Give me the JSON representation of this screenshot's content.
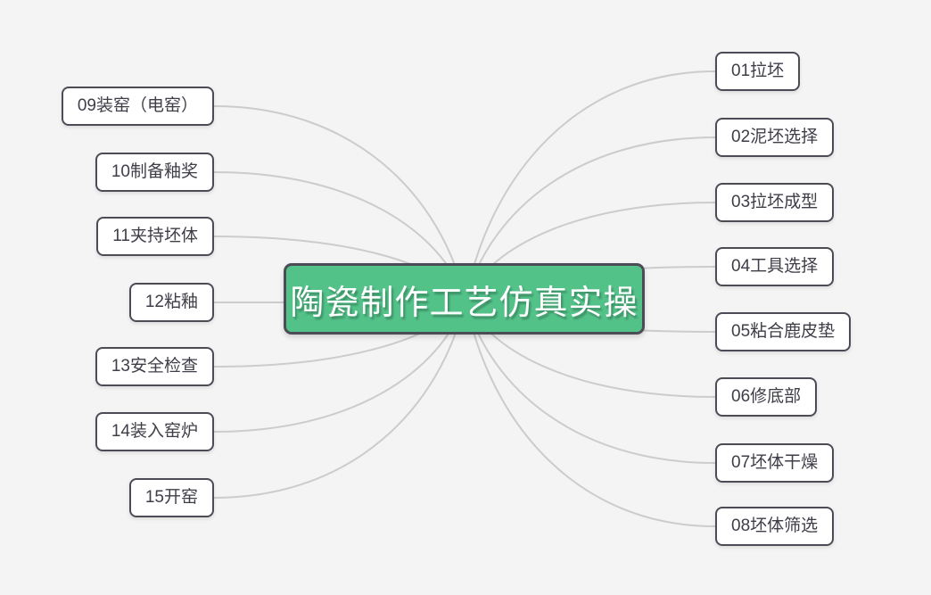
{
  "center_node": {
    "label": "陶瓷制作工艺仿真实操"
  },
  "left_nodes": [
    {
      "label": "09装窑（电窑）"
    },
    {
      "label": "10制备釉奖"
    },
    {
      "label": "11夹持坯体"
    },
    {
      "label": "12粘釉"
    },
    {
      "label": "13安全检查"
    },
    {
      "label": "14装入窑炉"
    },
    {
      "label": "15开窑"
    }
  ],
  "right_nodes": [
    {
      "label": "01拉坯"
    },
    {
      "label": "02泥坯选择"
    },
    {
      "label": "03拉坯成型"
    },
    {
      "label": "04工具选择"
    },
    {
      "label": "05粘合鹿皮垫"
    },
    {
      "label": "06修底部"
    },
    {
      "label": "07坯体干燥"
    },
    {
      "label": "08坯体筛选"
    }
  ],
  "colors": {
    "background": "#f4f4f4",
    "connector": "#cccccc",
    "node_fill": "#ffffff",
    "node_border": "#4c4c56",
    "node_text": "#3e3e48",
    "center_fill": "#53c289",
    "center_border": "#4c4c56",
    "center_text": "#ffffff"
  }
}
